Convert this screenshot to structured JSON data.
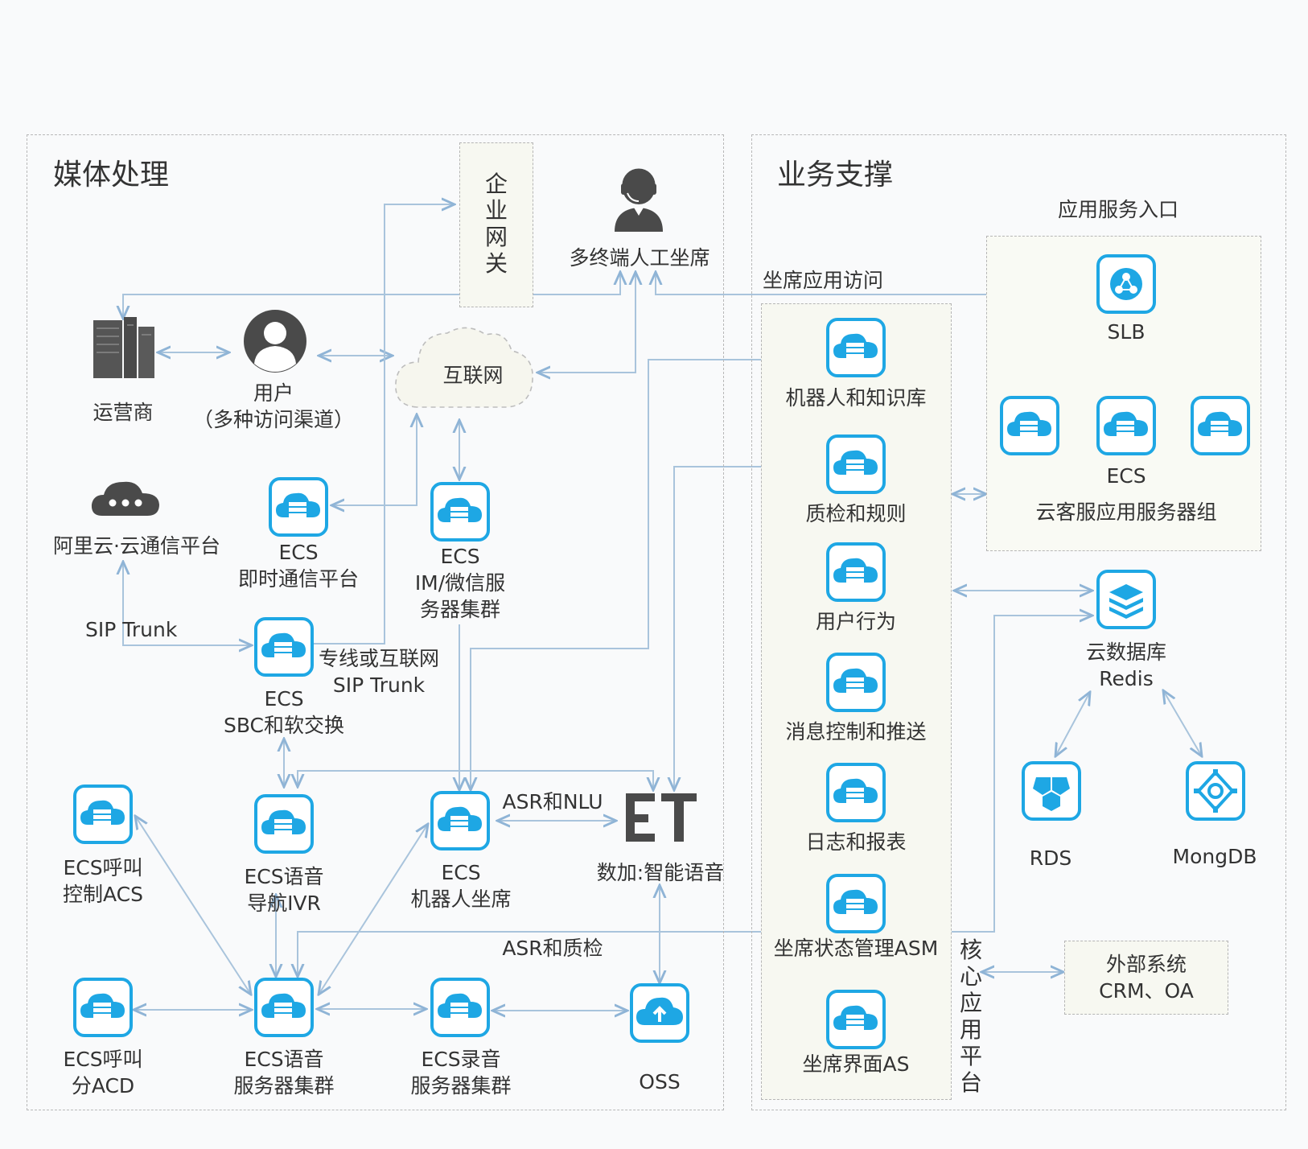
{
  "media": {
    "title": "媒体处理"
  },
  "biz": {
    "title": "业务支撑"
  },
  "gateway": {
    "chars": [
      "企",
      "业",
      "网",
      "关"
    ]
  },
  "agent": {
    "label": "多终端人工坐席"
  },
  "seat_access": {
    "label": "坐席应用访问"
  },
  "carrier": {
    "label": "运营商"
  },
  "user": {
    "line1": "用户",
    "line2": "（多种访问渠道）"
  },
  "internet": {
    "label": "互联网"
  },
  "aliyun": {
    "label": "阿里云·云通信平台"
  },
  "im_platform": {
    "line1": "ECS",
    "line2": "即时通信平台"
  },
  "im_cluster": {
    "line1": "ECS",
    "line2": "IM/微信服",
    "line3": "务器集群"
  },
  "sip_trunk": {
    "label": "SIP Trunk"
  },
  "sbc": {
    "line1": "ECS",
    "line2": "SBC和软交换"
  },
  "dedicated": {
    "line1": "专线或互联网",
    "line2": "SIP Trunk"
  },
  "acs": {
    "line1": "ECS呼叫",
    "line2": "控制ACS"
  },
  "ivr": {
    "line1": "ECS语音",
    "line2": "导航IVR"
  },
  "robot_seat": {
    "line1": "ECS",
    "line2": "机器人坐席"
  },
  "asr_nlu": {
    "label": "ASR和NLU"
  },
  "et": {
    "logo": "ET",
    "label": "数加:智能语音"
  },
  "asr_qc": {
    "label": "ASR和质检"
  },
  "acd": {
    "line1": "ECS呼叫",
    "line2": "分ACD"
  },
  "voice_cluster": {
    "line1": "ECS语音",
    "line2": "服务器集群"
  },
  "record_cluster": {
    "line1": "ECS录音",
    "line2": "服务器集群"
  },
  "oss": {
    "label": "OSS"
  },
  "core": {
    "chars": [
      "核",
      "心",
      "应",
      "用",
      "平",
      "台"
    ],
    "items": [
      "机器人和知识库",
      "质检和规则",
      "用户行为",
      "消息控制和推送",
      "日志和报表",
      "坐席状态管理ASM",
      "坐席界面AS"
    ]
  },
  "entry": {
    "title": "应用服务入口",
    "slb": "SLB",
    "ecs": "ECS",
    "group": "云客服应用服务器组"
  },
  "redis": {
    "line1": "云数据库",
    "line2": "Redis"
  },
  "rds": {
    "label": "RDS"
  },
  "mongo": {
    "label": "MongDB"
  },
  "external": {
    "line1": "外部系统",
    "line2": "CRM、OA"
  },
  "colors": {
    "accent": "#1ea7e4",
    "line": "#a9c4dc",
    "border": "#b8b8b8",
    "icon_gray": "#4a4a4a"
  }
}
